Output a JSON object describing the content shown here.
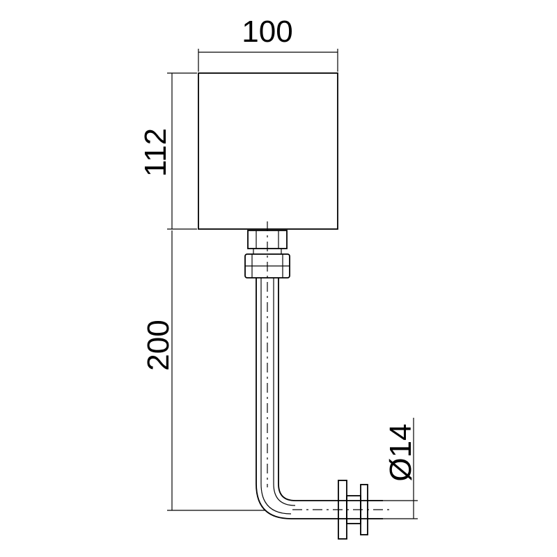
{
  "dimensions": {
    "width": "100",
    "height": "112",
    "pipe_length": "200",
    "pipe_diameter": "Ø14"
  }
}
